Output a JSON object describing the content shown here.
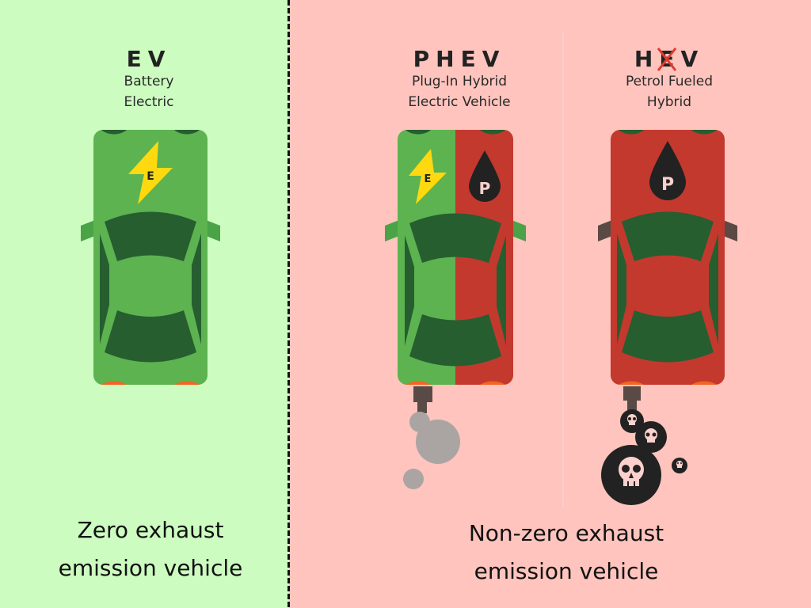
{
  "colors": {
    "left_bg": "#ccfcc0",
    "right_bg": "#fec4bd",
    "car_green": "#5cb350",
    "car_red": "#c3392e",
    "window_dark_green": "#265e30",
    "lightning_yellow": "#fed90f",
    "fuel_drop_black": "#222222",
    "tail_orange": "#f26522",
    "exhaust_pipe": "#5a4a45",
    "smoke_grey": "#aaa5a3",
    "cross_red": "#e03a2e"
  },
  "vehicles": [
    {
      "abbr": "EV",
      "subtitle_line1": "Battery",
      "subtitle_line2": "Electric",
      "energy_icons": [
        "lightning-E"
      ],
      "exhaust": "none"
    },
    {
      "abbr": "PHEV",
      "subtitle_line1": "Plug-In Hybrid",
      "subtitle_line2": "Electric Vehicle",
      "energy_icons": [
        "lightning-E",
        "fuel-drop-P"
      ],
      "exhaust": "grey-smoke"
    },
    {
      "abbr_prefix": "H",
      "abbr_crossed": "E",
      "abbr_suffix": "V",
      "subtitle_line1": "Petrol Fueled",
      "subtitle_line2": "Hybrid",
      "energy_icons": [
        "fuel-drop-P"
      ],
      "exhaust": "toxic-skull-smoke"
    }
  ],
  "icon_letters": {
    "electric": "E",
    "petrol": "P"
  },
  "footers": {
    "left_line1": "Zero exhaust",
    "left_line2": "emission vehicle",
    "right_line1": "Non-zero exhaust",
    "right_line2": "emission vehicle"
  }
}
